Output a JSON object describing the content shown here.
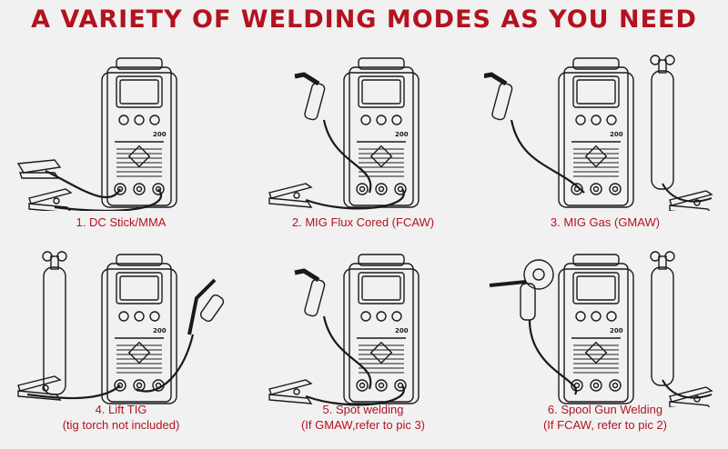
{
  "title": "A VARIETY OF WELDING MODES AS YOU NEED",
  "brand_color": "#b3121f",
  "machine_badge": "200",
  "modes": [
    {
      "caption": "1. DC Stick/MMA",
      "note": "",
      "accessories": [
        "stick-electrode-holder",
        "ground-clamp"
      ]
    },
    {
      "caption": "2. MIG Flux Cored (FCAW)",
      "note": "",
      "accessories": [
        "mig-torch",
        "ground-clamp"
      ]
    },
    {
      "caption": "3. MIG Gas (GMAW)",
      "note": "",
      "accessories": [
        "mig-torch",
        "gas-cylinder",
        "ground-clamp"
      ]
    },
    {
      "caption": "4. Lift TIG",
      "note": "(tig torch not included)",
      "accessories": [
        "tig-torch",
        "gas-cylinder",
        "ground-clamp"
      ]
    },
    {
      "caption": "5. Spot welding",
      "note": "(If GMAW,refer to pic 3)",
      "accessories": [
        "mig-torch",
        "ground-clamp"
      ]
    },
    {
      "caption": "6. Spool Gun Welding",
      "note": "(If FCAW, refer to pic 2)",
      "accessories": [
        "spool-gun",
        "gas-cylinder",
        "ground-clamp"
      ]
    }
  ]
}
